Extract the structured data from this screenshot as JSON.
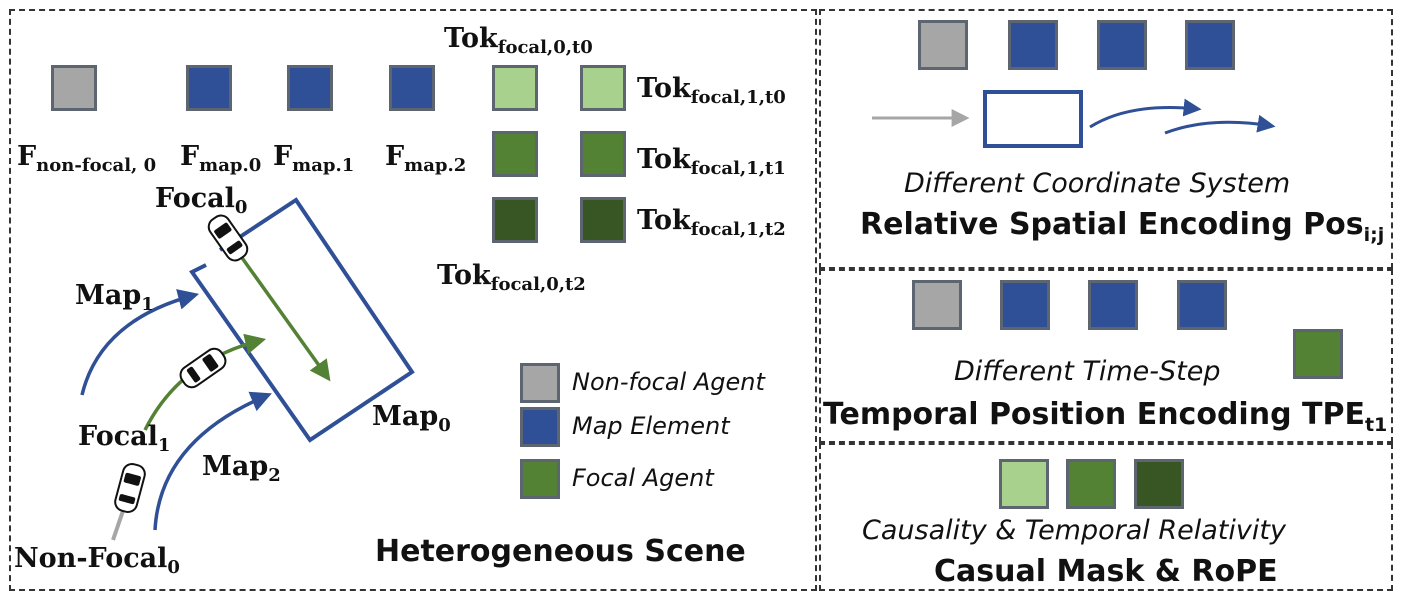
{
  "colors": {
    "non_focal": "#a6a6a6",
    "map": "#2f4f97",
    "focal_t0": "#a9d18e",
    "focal_t1": "#548235",
    "focal_t2": "#375623",
    "square_border": "#5d6670",
    "arrow_blue": "#2f4f97",
    "arrow_green": "#548235"
  },
  "scene": {
    "title": "Heterogeneous Scene",
    "features": {
      "non_focal": {
        "main": "F",
        "sub": "non-focal, 0"
      },
      "map0": {
        "main": "F",
        "sub": "map.0"
      },
      "map1": {
        "main": "F",
        "sub": "map.1"
      },
      "map2": {
        "main": "F",
        "sub": "map.2"
      }
    },
    "tokens": {
      "f0_t0": {
        "main": "Tok",
        "sub": "focal,0,t0"
      },
      "f1_t0": {
        "main": "Tok",
        "sub": "focal,1,t0"
      },
      "f1_t1": {
        "main": "Tok",
        "sub": "focal,1,t1"
      },
      "f1_t2": {
        "main": "Tok",
        "sub": "focal,1,t2"
      },
      "f0_t2": {
        "main": "Tok",
        "sub": "focal,0,t2"
      }
    },
    "map_labels": {
      "map0": {
        "main": "Map",
        "sub": "0"
      },
      "map1": {
        "main": "Map",
        "sub": "1"
      },
      "map2": {
        "main": "Map",
        "sub": "2"
      }
    },
    "agent_labels": {
      "focal0": {
        "main": "Focal",
        "sub": "0"
      },
      "focal1": {
        "main": "Focal",
        "sub": "1"
      },
      "nonfocal0": {
        "main": "Non-Focal",
        "sub": "0"
      }
    },
    "legend": [
      {
        "label": "Non-focal Agent",
        "color_key": "non_focal"
      },
      {
        "label": "Map Element",
        "color_key": "map"
      },
      {
        "label": "Focal Agent",
        "color_key": "focal_t1"
      }
    ]
  },
  "spatial": {
    "caption": "Different Coordinate System",
    "title_main": "Relative Spatial Encoding Pos",
    "title_sub": "i;j"
  },
  "temporal": {
    "caption": "Different Time-Step",
    "title_main": "Temporal Position Encoding TPE",
    "title_sub": "t1"
  },
  "causal": {
    "caption": "Causality & Temporal Relativity",
    "title": "Casual Mask & RoPE"
  }
}
